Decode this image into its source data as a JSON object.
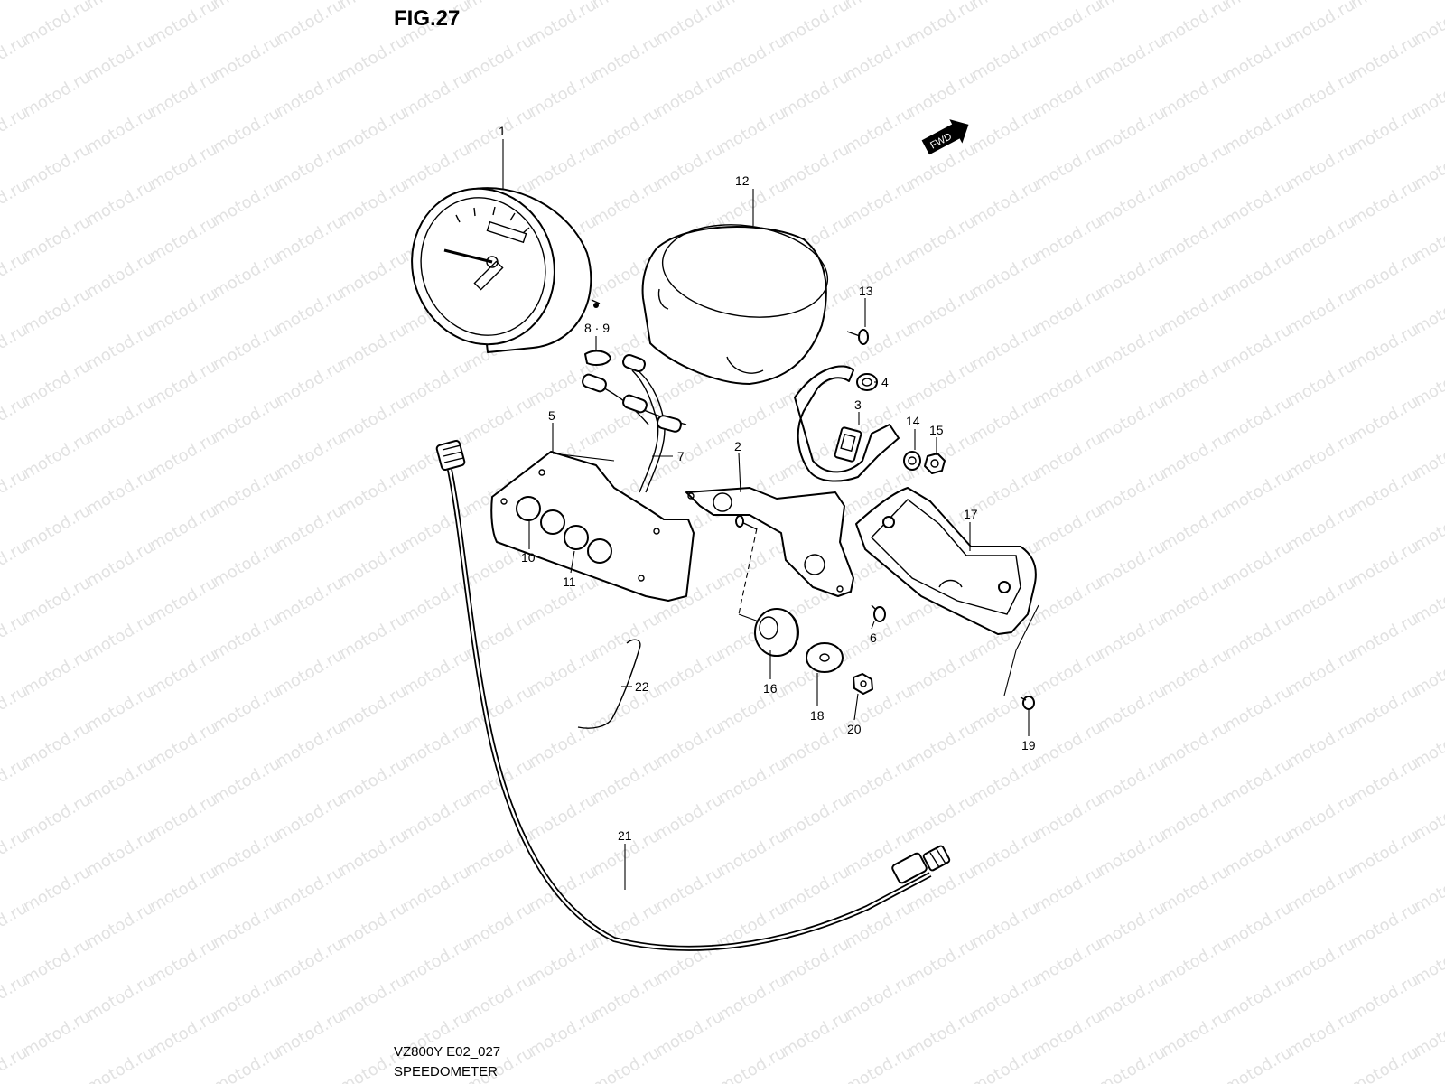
{
  "figure": {
    "title": "FIG.27"
  },
  "watermark": {
    "text": "motod.ru"
  },
  "forward_arrow": {
    "label": "FWD"
  },
  "footer": {
    "code": "VZ800Y E02_027",
    "name": "SPEEDOMETER"
  },
  "callouts": {
    "c1": "1",
    "c2": "2",
    "c3": "3",
    "c4": "4",
    "c5": "5",
    "c6": "6",
    "c7": "7",
    "c8_9": "8 · 9",
    "c10": "10",
    "c11": "11",
    "c12": "12",
    "c13": "13",
    "c14": "14",
    "c15": "15",
    "c16": "16",
    "c17": "17",
    "c18": "18",
    "c19": "19",
    "c20": "20",
    "c21": "21",
    "c22": "22"
  }
}
